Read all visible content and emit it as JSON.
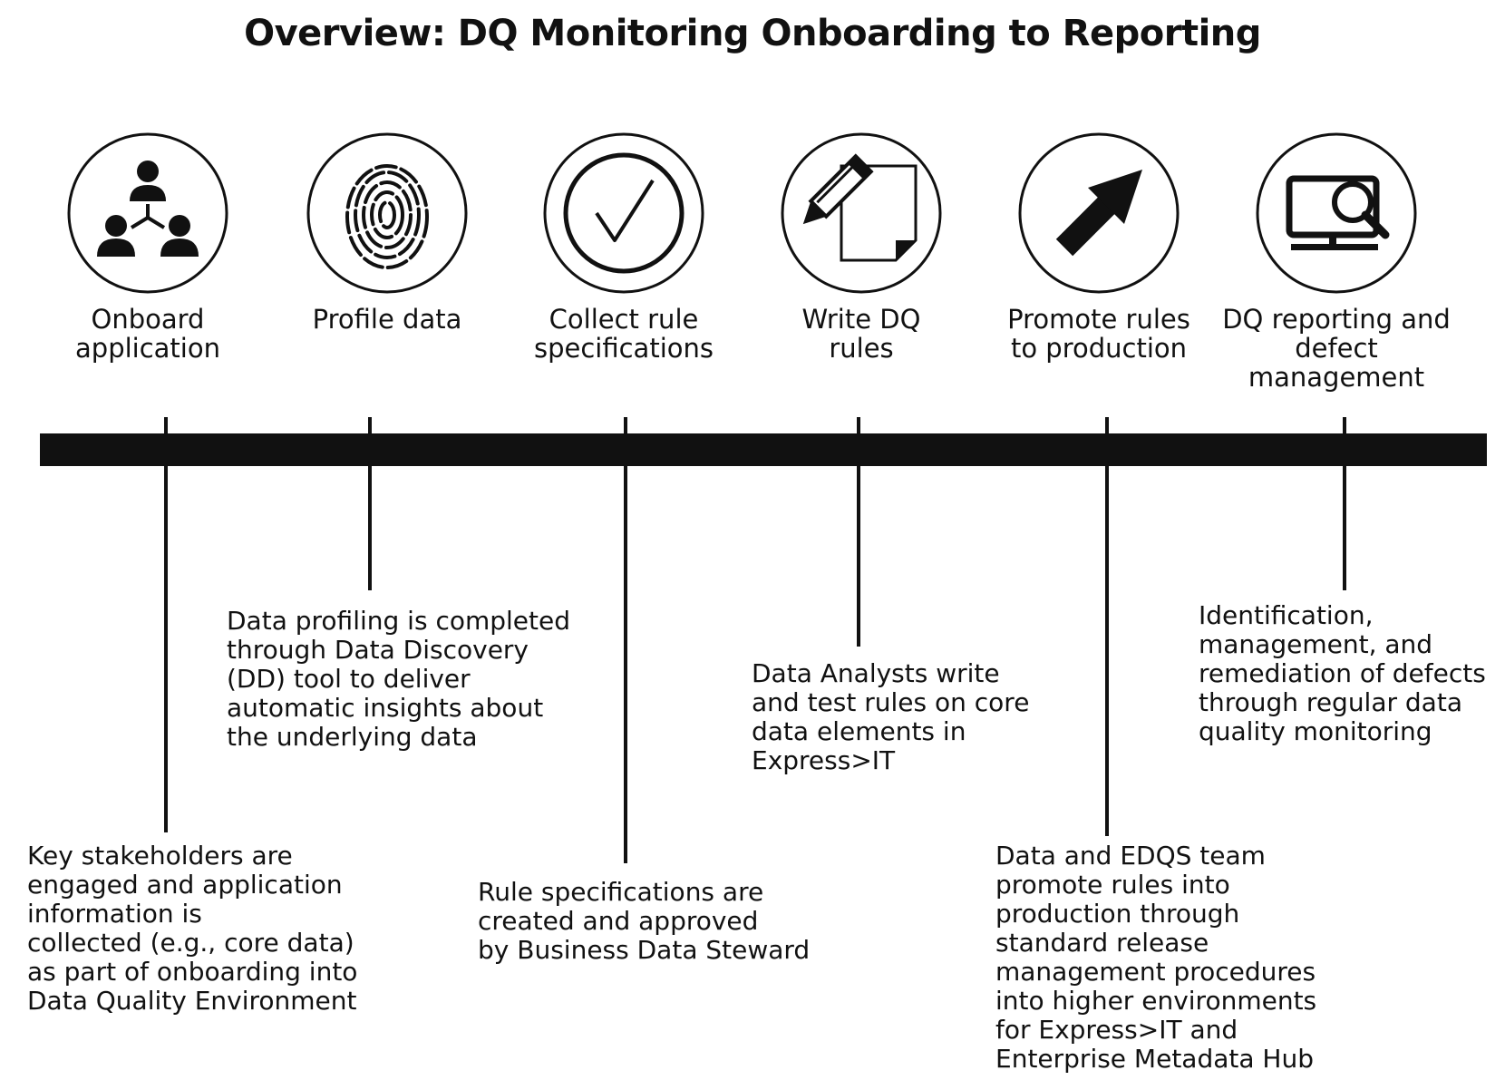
{
  "title": "Overview: DQ Monitoring Onboarding to Reporting",
  "steps": [
    {
      "label": "Onboard\napplication",
      "icon": "people-hierarchy-icon",
      "description": "Key stakeholders are\nengaged and application\ninformation is\ncollected (e.g., core data)\nas part of onboarding into\nData Quality Environment"
    },
    {
      "label": "Profile data",
      "icon": "fingerprint-icon",
      "description": "Data profiling is completed\nthrough Data Discovery\n(DD) tool to deliver\nautomatic insights about\nthe underlying data"
    },
    {
      "label": "Collect rule\nspecifications",
      "icon": "checkmark-icon",
      "description": "Rule specifications are\ncreated and approved\nby Business Data Steward"
    },
    {
      "label": "Write DQ\nrules",
      "icon": "pencil-paper-icon",
      "description": "Data Analysts write\nand test rules on core\ndata elements in\nExpress>IT"
    },
    {
      "label": "Promote rules\nto production",
      "icon": "arrow-up-right-icon",
      "description": "Data and EDQS team\npromote rules into\nproduction through\nstandard release\nmanagement procedures\ninto higher environments\nfor Express>IT and\nEnterprise Metadata Hub"
    },
    {
      "label": "DQ reporting and\ndefect management",
      "icon": "monitor-magnifier-icon",
      "description": "Identification,\nmanagement, and\nremediation of defects\nthrough regular data\nquality monitoring"
    }
  ]
}
